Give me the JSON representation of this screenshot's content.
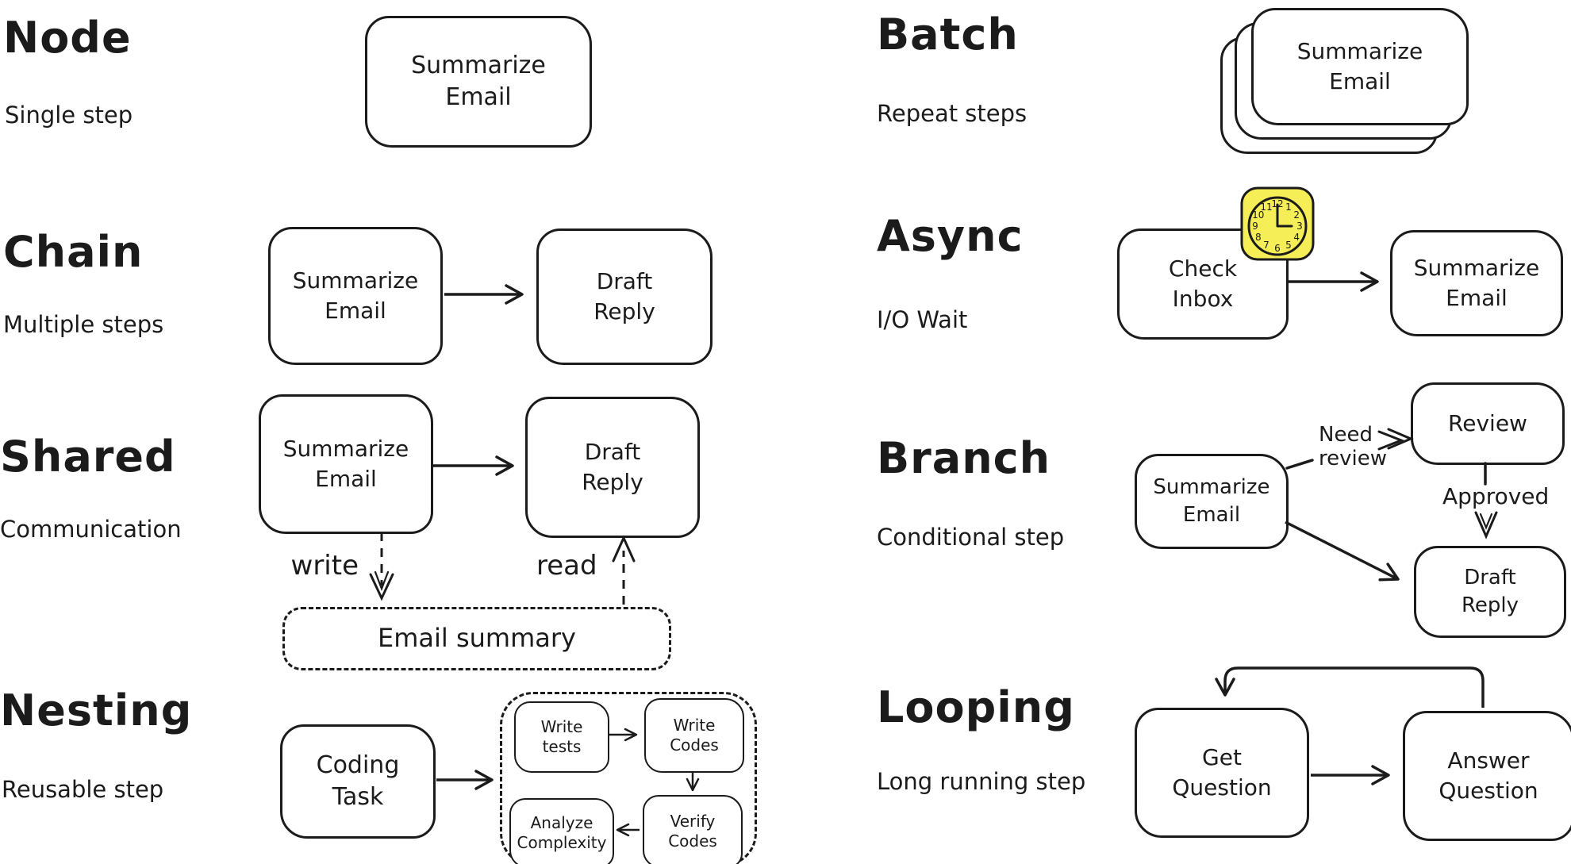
{
  "palette": {
    "ink": "#1b1b1b",
    "paper": "#ffffff",
    "clock_yellow": "#f6ee56"
  },
  "sections": {
    "node": {
      "title": "Node",
      "subtitle": "Single step",
      "box1": "Summarize\nEmail"
    },
    "chain": {
      "title": "Chain",
      "subtitle": "Multiple steps",
      "box1": "Summarize\nEmail",
      "box2": "Draft\nReply"
    },
    "shared": {
      "title": "Shared",
      "subtitle": "Communication",
      "box1": "Summarize\nEmail",
      "box2": "Draft\nReply",
      "edge_write": "write",
      "edge_read": "read",
      "store": "Email summary"
    },
    "nesting": {
      "title": "Nesting",
      "subtitle": "Reusable step",
      "box1": "Coding\nTask",
      "inner1": "Write\ntests",
      "inner2": "Write\nCodes",
      "inner3": "Analyze\nComplexity",
      "inner4": "Verify\nCodes"
    },
    "batch": {
      "title": "Batch",
      "subtitle": "Repeat steps",
      "box1": "Summarize\nEmail"
    },
    "async": {
      "title": "Async",
      "subtitle": "I/O Wait",
      "box1": "Check\nInbox",
      "box2": "Summarize\nEmail",
      "clock_numbers": [
        "12",
        "1",
        "2",
        "3",
        "4",
        "5",
        "6",
        "7",
        "8",
        "9",
        "10",
        "11"
      ]
    },
    "branch": {
      "title": "Branch",
      "subtitle": "Conditional step",
      "box1": "Summarize\nEmail",
      "box2": "Review",
      "box3": "Draft\nReply",
      "edge_need_review": "Need\nreview",
      "edge_approved": "Approved"
    },
    "looping": {
      "title": "Looping",
      "subtitle": "Long running step",
      "box1": "Get\nQuestion",
      "box2": "Answer\nQuestion"
    }
  }
}
